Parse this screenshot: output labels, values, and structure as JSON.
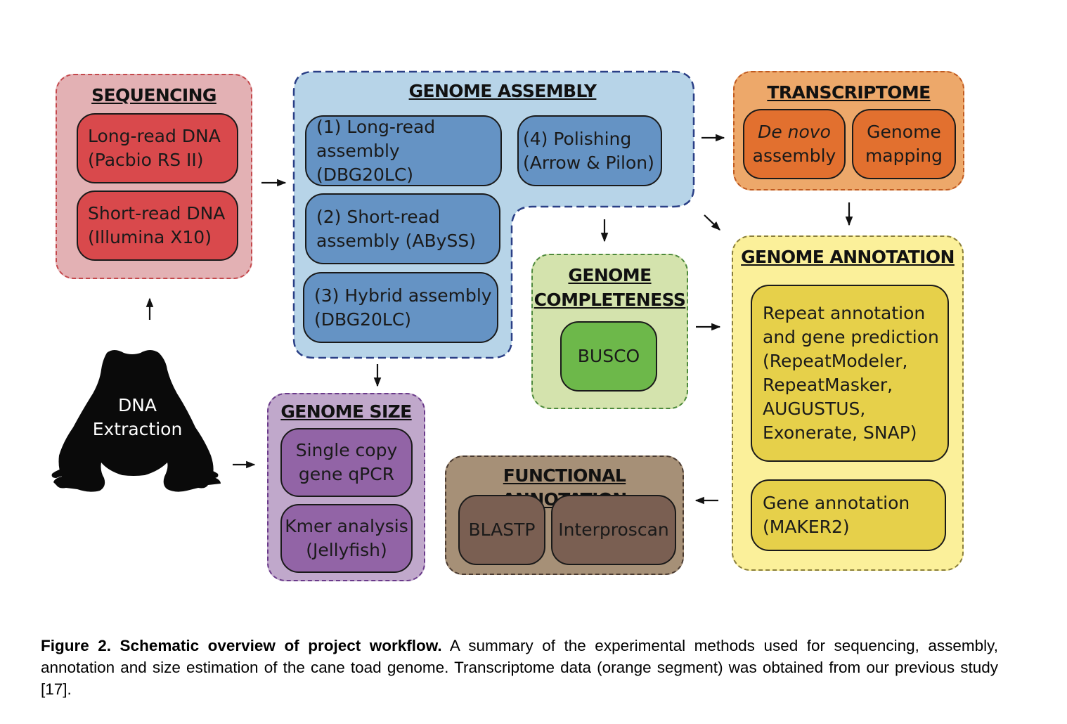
{
  "sequencing": {
    "title": "SEQUENCING",
    "box1": {
      "line1": "Long-read DNA",
      "line2": "(Pacbio RS II)"
    },
    "box2": {
      "line1": "Short-read DNA",
      "line2": "(Illumina X10)"
    }
  },
  "assembly": {
    "title": "GENOME ASSEMBLY",
    "step1": {
      "line1": "(1) Long-read",
      "line2": "assembly (DBG20LC)"
    },
    "step2": {
      "line1": "(2) Short-read",
      "line2": "assembly (ABySS)"
    },
    "step3": {
      "line1": "(3) Hybrid assembly",
      "line2": "(DBG20LC)"
    },
    "step4": {
      "line1": "(4) Polishing",
      "line2": "(Arrow & Pilon)"
    }
  },
  "transcriptome": {
    "title": "TRANSCRIPTOME",
    "box1": {
      "line1": "De novo",
      "line2": "assembly"
    },
    "box2": {
      "line1": "Genome",
      "line2": "mapping"
    }
  },
  "completeness": {
    "title_line1": "GENOME",
    "title_line2": "COMPLETENESS",
    "box": "BUSCO"
  },
  "annotation": {
    "title": "GENOME ANNOTATION",
    "box1": [
      "Repeat annotation",
      "and gene prediction",
      "(RepeatModeler,",
      "RepeatMasker,",
      "AUGUSTUS,",
      "Exonerate, SNAP)"
    ],
    "box2": {
      "line1": "Gene annotation",
      "line2": "(MAKER2)"
    }
  },
  "size": {
    "title": "GENOME SIZE",
    "box1": {
      "line1": "Single copy",
      "line2": "gene qPCR"
    },
    "box2": {
      "line1": "Kmer analysis",
      "line2": "(Jellyfish)"
    }
  },
  "functional": {
    "title": "FUNCTIONAL ANNOTATION",
    "box1": "BLASTP",
    "box2": "Interproscan"
  },
  "dna": {
    "line1": "DNA",
    "line2": "Extraction"
  },
  "caption": {
    "bold": "Figure 2. Schematic overview of project workflow.",
    "text": " A summary of the experimental methods used for sequencing, assembly, annotation and size estimation of the cane toad genome. Transcriptome data (orange segment) was obtained from our previous study [17]."
  },
  "colors": {
    "sequencing_bg": "#e3b1b4",
    "sequencing_box": "#d9494c",
    "sequencing_border": "#c4484c",
    "assembly_bg": "#b7d4e8",
    "assembly_box": "#6593c4",
    "assembly_border": "#2a3f86",
    "transcriptome_bg": "#eda86a",
    "transcriptome_box": "#e2702f",
    "transcriptome_border": "#c05a20",
    "completeness_bg": "#d4e3ad",
    "completeness_box": "#6db84a",
    "completeness_border": "#4e8a3c",
    "annotation_bg": "#fbf09a",
    "annotation_box": "#e6d04a",
    "annotation_border": "#8a7e3a",
    "size_bg": "#c0a8cb",
    "size_box": "#9264a6",
    "size_border": "#6a3a8a",
    "functional_bg": "#a69077",
    "functional_box": "#7a5f52",
    "functional_border": "#4a3a30"
  }
}
